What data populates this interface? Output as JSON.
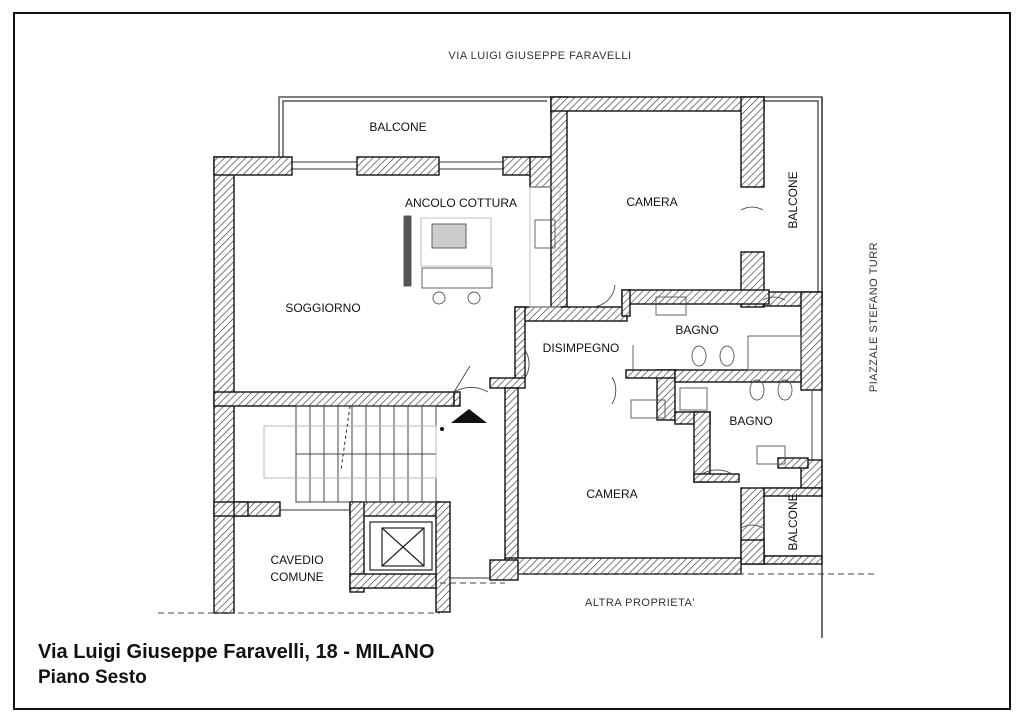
{
  "footer": {
    "address": "Via Luigi Giuseppe Faravelli, 18 - MILANO",
    "floor": "Piano Sesto"
  },
  "streets": {
    "top": "VIA LUIGI GIUSEPPE FARAVELLI",
    "right": "PIAZZALE STEFANO TURR",
    "bottom": "ALTRA PROPRIETA'"
  },
  "rooms": {
    "balcone_top": "BALCONE",
    "ancolo_cottura": "ANCOLO COTTURA",
    "soggiorno": "SOGGIORNO",
    "camera_1": "CAMERA",
    "balcone_right_top": "BALCONE",
    "bagno_1": "BAGNO",
    "disimpegno": "DISIMPEGNO",
    "bagno_2": "BAGNO",
    "camera_2": "CAMERA",
    "balcone_right_bottom": "BALCONE",
    "cavedio_1": "CAVEDIO",
    "cavedio_2": "COMUNE"
  }
}
